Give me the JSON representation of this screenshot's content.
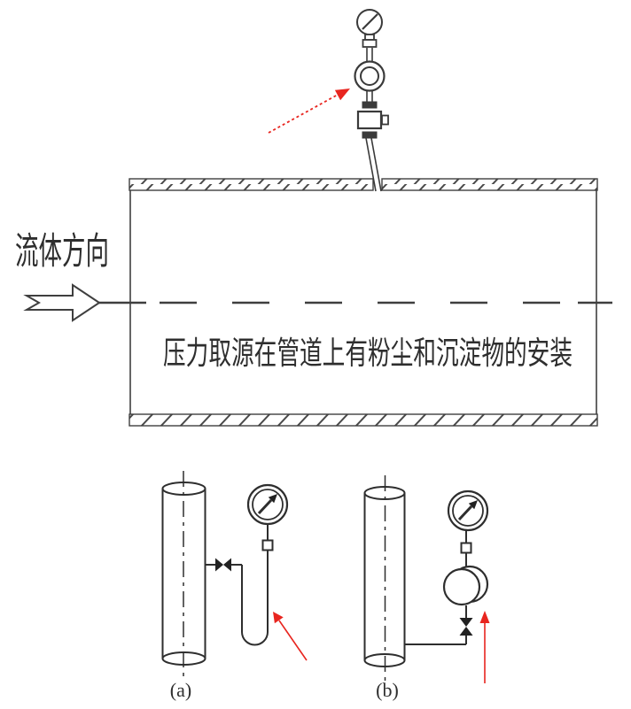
{
  "diagram": {
    "flow_direction_label": "流体方向",
    "caption": "压力取源在管道上有粉尘和沉淀物的安装",
    "subfigures": [
      {
        "label": "(a)"
      },
      {
        "label": "(b)"
      }
    ]
  },
  "colors": {
    "line": "#3f3f3f",
    "annotation_red": "#e8251f",
    "background": "#ffffff"
  }
}
